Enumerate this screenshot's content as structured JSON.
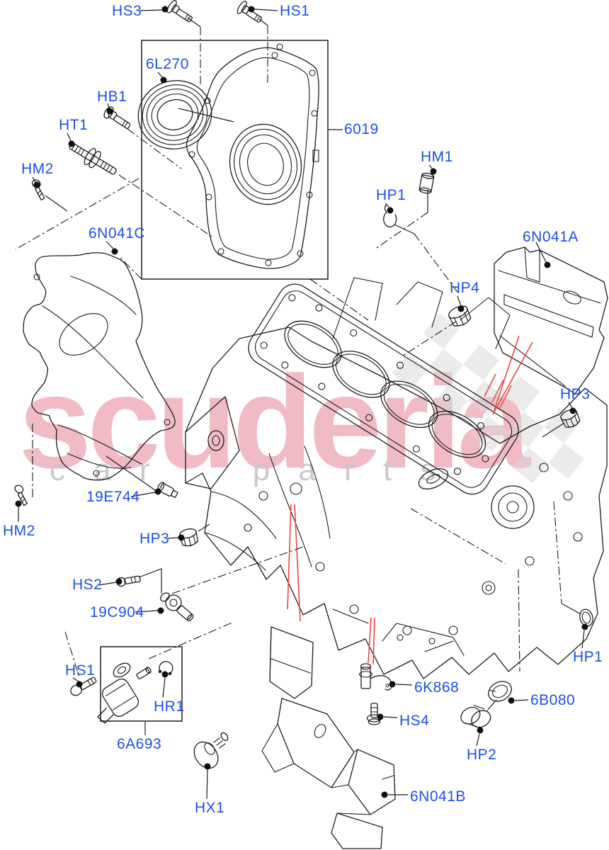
{
  "page": {
    "background": "#ffffff"
  },
  "diagram": {
    "label_color": "#1b50e6",
    "line_color": "#1c1c1c",
    "highlight_color": "#ee4444",
    "labels": [
      {
        "id": "hs3",
        "text": "HS3"
      },
      {
        "id": "hs1-top",
        "text": "HS1"
      },
      {
        "id": "6l270",
        "text": "6L270"
      },
      {
        "id": "6019",
        "text": "6019"
      },
      {
        "id": "hb1",
        "text": "HB1"
      },
      {
        "id": "ht1",
        "text": "HT1"
      },
      {
        "id": "hm2-top",
        "text": "HM2"
      },
      {
        "id": "6n041c",
        "text": "6N041C"
      },
      {
        "id": "hm1",
        "text": "HM1"
      },
      {
        "id": "hp1-top",
        "text": "HP1"
      },
      {
        "id": "6n041a",
        "text": "6N041A"
      },
      {
        "id": "hp4",
        "text": "HP4"
      },
      {
        "id": "hp3-right",
        "text": "HP3"
      },
      {
        "id": "19e744",
        "text": "19E744"
      },
      {
        "id": "hm2-bottom",
        "text": "HM2"
      },
      {
        "id": "hp3-left",
        "text": "HP3"
      },
      {
        "id": "hs2",
        "text": "HS2"
      },
      {
        "id": "19c904",
        "text": "19C904"
      },
      {
        "id": "hs1-bottom",
        "text": "HS1"
      },
      {
        "id": "hr1",
        "text": "HR1"
      },
      {
        "id": "6a693",
        "text": "6A693"
      },
      {
        "id": "hx1",
        "text": "HX1"
      },
      {
        "id": "6n041b",
        "text": "6N041B"
      },
      {
        "id": "6k868",
        "text": "6K868"
      },
      {
        "id": "hs4",
        "text": "HS4"
      },
      {
        "id": "6b080",
        "text": "6B080"
      },
      {
        "id": "hp2",
        "text": "HP2"
      },
      {
        "id": "hp1-bottom",
        "text": "HP1"
      }
    ]
  },
  "watermark": {
    "brand": "scuderia",
    "tagline": "c a r     p a r t s",
    "brand_color": "#efb4bf",
    "tagline_color": "#c8c8c8"
  }
}
